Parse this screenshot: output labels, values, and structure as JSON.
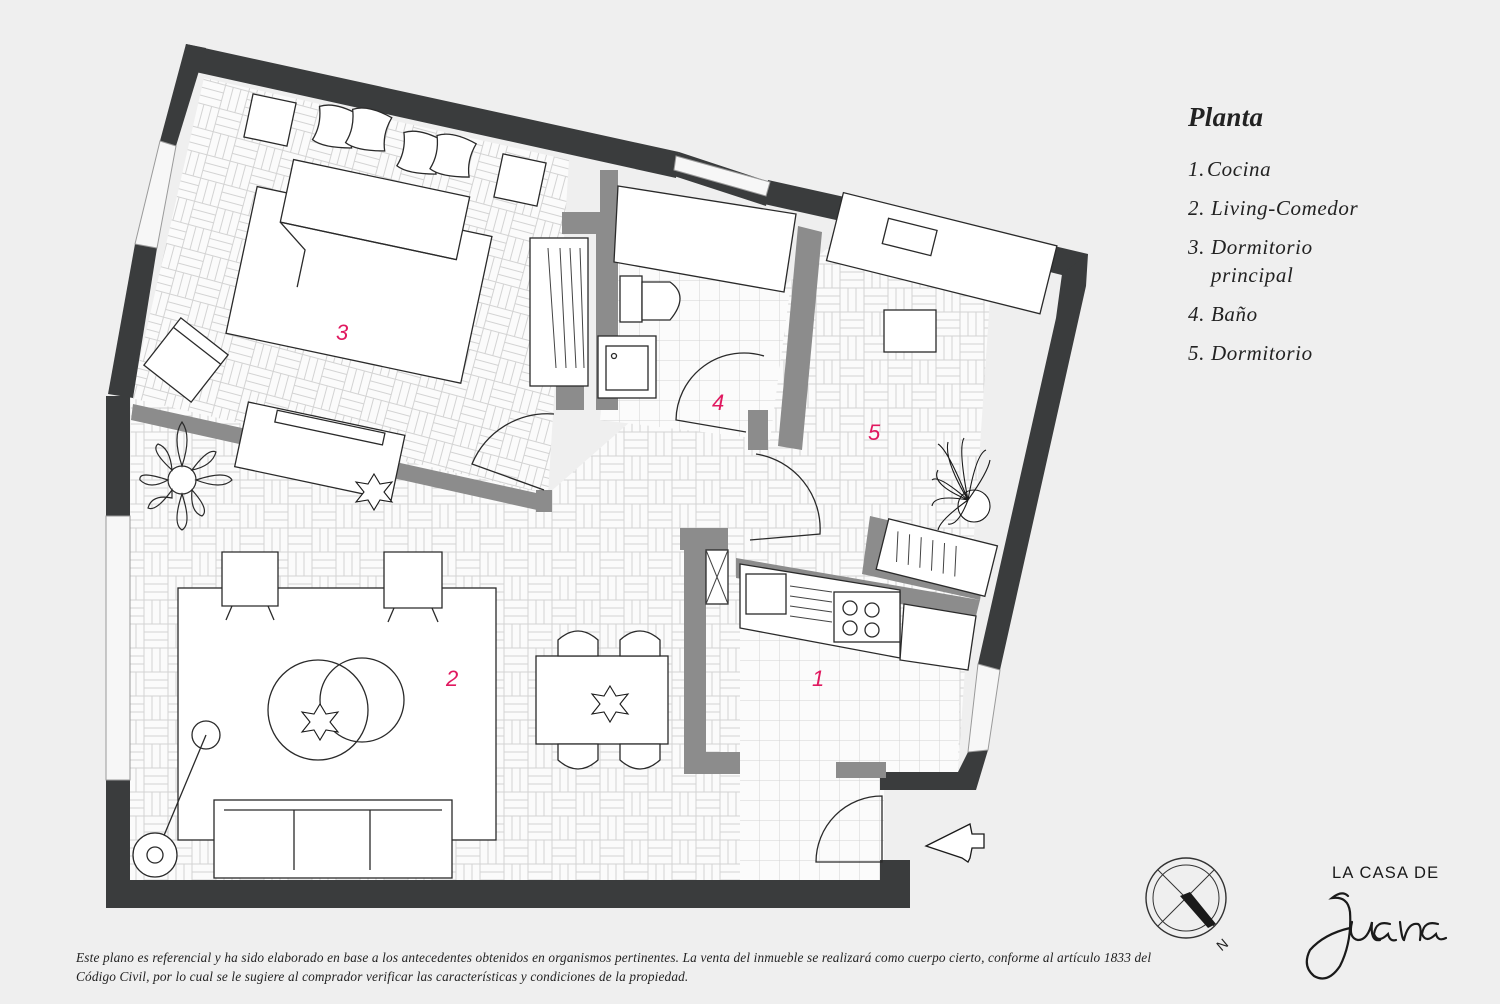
{
  "title": "Planta",
  "legend": [
    {
      "num": "1.",
      "label": "Cocina"
    },
    {
      "num": "2.",
      "label": "Living-Comedor"
    },
    {
      "num": "3.",
      "label": "Dormitorio principal"
    },
    {
      "num": "4.",
      "label": "Baño"
    },
    {
      "num": "5.",
      "label": "Dormitorio"
    }
  ],
  "rooms": [
    "1",
    "2",
    "3",
    "4",
    "5"
  ],
  "compass": {
    "letter": "N"
  },
  "brand": {
    "line1": "LA CASA DE",
    "line2": "Juana"
  },
  "footnote": "Este plano es referencial y ha sido elaborado en base a los antecedentes obtenidos en organismos pertinentes.  La venta del inmueble se realizará como cuerpo cierto, conforme al artículo 1833 del Código Civil, por lo cual se le sugiere al comprador verificar las características y condiciones de la propiedad.",
  "colors": {
    "wall": "#3a3c3d",
    "partition": "#8a8a8a",
    "room_number": "#e0185f",
    "background": "#efefef",
    "floor": "#fbfbfb"
  }
}
